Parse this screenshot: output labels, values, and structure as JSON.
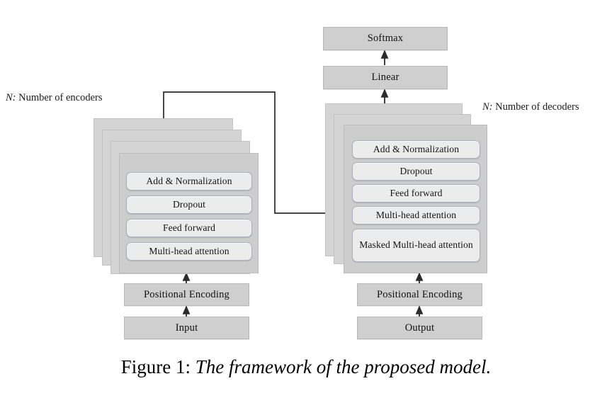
{
  "figure": {
    "caption_prefix": "Figure 1:",
    "caption_italic": "The framework of the proposed model.",
    "labels": {
      "encoder_n": "N:",
      "encoder_n_text": " Number of encoders",
      "decoder_n": "N:",
      "decoder_n_text": " Number of decoders"
    },
    "colors": {
      "flat_box_fill": "#cfcfcf",
      "sheet_fill": "#d4d4d4",
      "pill_fill": "#ececec",
      "pill_border": "#a9aec0",
      "wire": "#2b2b2b",
      "background": "#ffffff",
      "text": "#111111"
    },
    "top_stack": [
      {
        "name": "softmax",
        "label": "Softmax"
      },
      {
        "name": "linear",
        "label": "Linear"
      }
    ],
    "encoder": {
      "stack_count": 4,
      "blocks": [
        {
          "name": "add-normalization",
          "label": "Add & Normalization"
        },
        {
          "name": "dropout",
          "label": "Dropout"
        },
        {
          "name": "feed-forward",
          "label": "Feed forward"
        },
        {
          "name": "multi-head-attention",
          "label": "Multi-head attention"
        }
      ],
      "positional_encoding": "Positional Encoding",
      "io": "Input"
    },
    "decoder": {
      "stack_count": 3,
      "blocks": [
        {
          "name": "add-normalization",
          "label": "Add & Normalization"
        },
        {
          "name": "dropout",
          "label": "Dropout"
        },
        {
          "name": "feed-forward",
          "label": "Feed forward"
        },
        {
          "name": "multi-head-attention",
          "label": "Multi-head attention"
        },
        {
          "name": "masked-multi-head-attention",
          "label": "Masked Multi-head attention"
        }
      ],
      "positional_encoding": "Positional Encoding",
      "io": "Output"
    },
    "connections": [
      {
        "name": "input-to-positional-encoding",
        "from": "Input",
        "to": "Positional Encoding"
      },
      {
        "name": "positional-encoding-to-encoder",
        "from": "Positional Encoding",
        "to": "Encoder stack"
      },
      {
        "name": "encoder-to-decoder-cross-attention",
        "from": "Encoder stack",
        "to": "Multi-head attention"
      },
      {
        "name": "output-to-positional-encoding",
        "from": "Output",
        "to": "Positional Encoding"
      },
      {
        "name": "positional-encoding-to-decoder",
        "from": "Positional Encoding",
        "to": "Decoder stack"
      },
      {
        "name": "decoder-to-linear",
        "from": "Decoder stack",
        "to": "Linear"
      },
      {
        "name": "linear-to-softmax",
        "from": "Linear",
        "to": "Softmax"
      }
    ]
  }
}
